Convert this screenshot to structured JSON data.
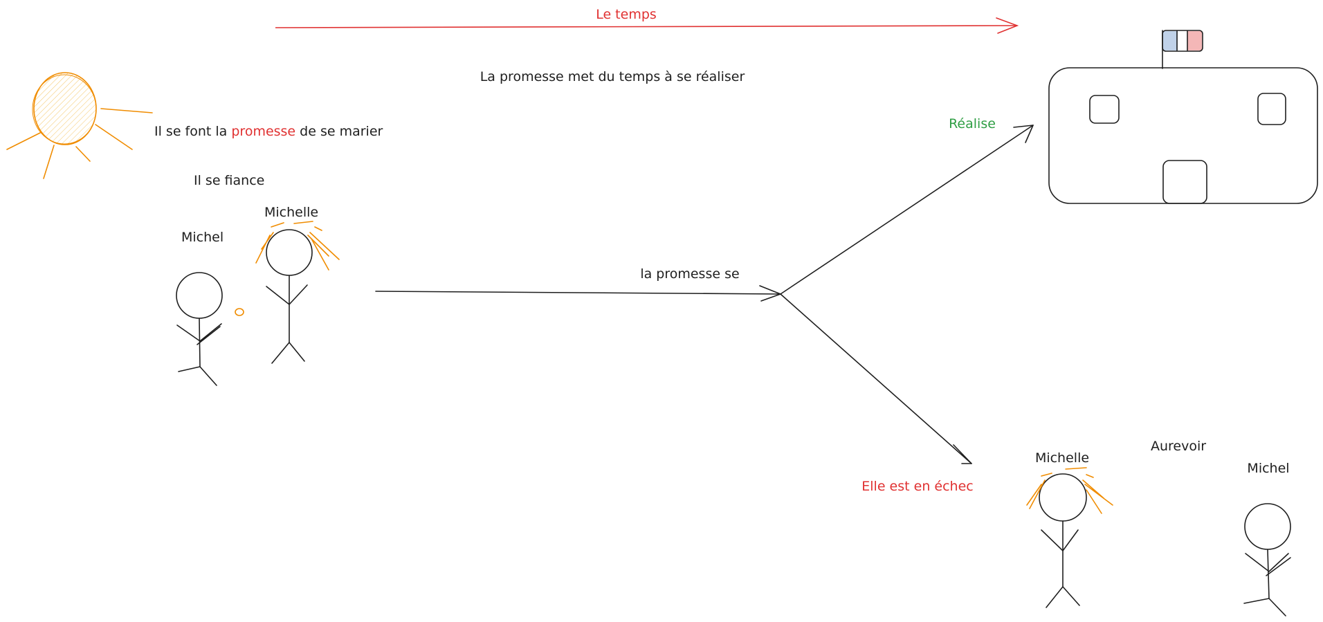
{
  "colors": {
    "ink": "#1e1e1e",
    "accent_red": "#e03131",
    "accent_green": "#2f9e44",
    "accent_orange": "#f08c00",
    "flag_blue": "#4a7fc1",
    "flag_red": "#e03131"
  },
  "labels": {
    "time_axis": "Le temps",
    "subtitle": "La promesse met du temps à se réaliser",
    "promise_prefix": "Il se font la ",
    "promise_word": "promesse",
    "promise_suffix": " de se marier",
    "engaged": "Il se fiance",
    "michel": "Michel",
    "michelle": "Michelle",
    "branch": "la promesse se",
    "realise": "Réalise",
    "echec": "Elle est en échec",
    "aurevoir": "Aurevoir"
  },
  "icons": [
    "sun-icon",
    "town-hall-icon",
    "french-flag-icon",
    "stick-figure-icon",
    "ring-icon"
  ]
}
